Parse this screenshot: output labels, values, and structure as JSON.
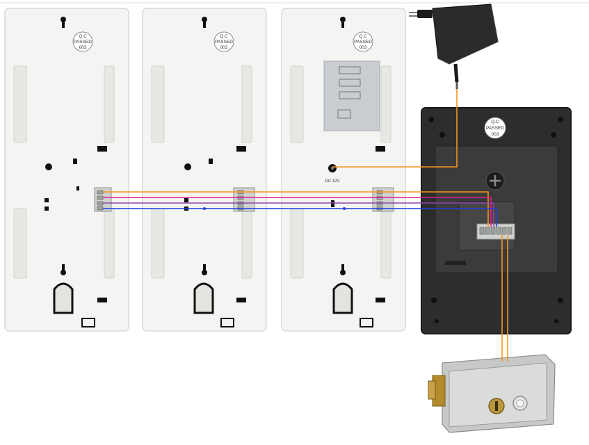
{
  "indoor_units": [
    {
      "qc_label": [
        "Q.C",
        "PASSED",
        "003"
      ]
    },
    {
      "qc_label": [
        "Q.C",
        "PASSED",
        "003"
      ]
    },
    {
      "qc_label": [
        "Q.C",
        "PASSED",
        "003"
      ],
      "power_label": "DC  12V"
    }
  ],
  "outdoor_unit": {
    "qc_label": [
      "Q.C",
      "PASSED",
      "003"
    ]
  },
  "colors": {
    "wire_orange": "#f7941d",
    "wire_magenta": "#e8198b",
    "wire_purple": "#8e44ad",
    "wire_blue": "#1f3fd6",
    "indoor_body": "#f4f5f3",
    "outdoor_frame": "#2d2d2d",
    "lock_metal": "#c6c9c6"
  },
  "icons": [
    "power-adapter-icon",
    "electric-lock-icon",
    "qc-sticker-icon",
    "terminal-block-icon"
  ]
}
